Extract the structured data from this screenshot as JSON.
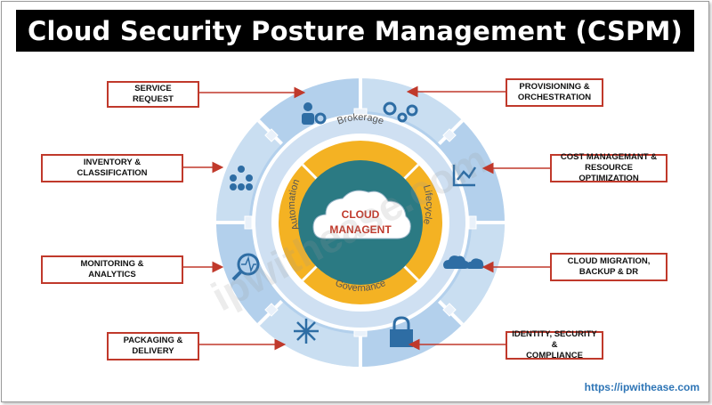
{
  "title": "Cloud Security Posture Management (CSPM)",
  "center": {
    "line1": "CLOUD",
    "line2": "MANAGENT"
  },
  "inner_ring": [
    "Brokerage",
    "Lifecycle",
    "Governance",
    "Automation"
  ],
  "labels": {
    "service_request": [
      "SERVICE",
      "REQUEST"
    ],
    "inventory": [
      "INVENTORY &",
      "CLASSIFICATION"
    ],
    "monitoring": [
      "MONITORING &",
      "ANALYTICS"
    ],
    "packaging": [
      "PACKAGING &",
      "DELIVERY"
    ],
    "provisioning": [
      "PROVISIONING &",
      "ORCHESTRATION"
    ],
    "cost": [
      "COST MANAGEMANT &",
      "RESOURCE OPTIMIZATION"
    ],
    "migration": [
      "CLOUD MIGRATION,",
      "BACKUP & DR"
    ],
    "identity": [
      "IDENTITY, SECURITY &",
      "COMPLIANCE"
    ]
  },
  "watermark": "ipwithease.com",
  "url": "https://ipwithease.com",
  "colors": {
    "outer_ring": "#b3d0ec",
    "outer_segment_light": "#dbe9f6",
    "inner_ring": "#f4b223",
    "core": "#2b7a83",
    "cloud_text": "#c0392b",
    "arrow": "#c0392b",
    "icon": "#2e6da4"
  }
}
